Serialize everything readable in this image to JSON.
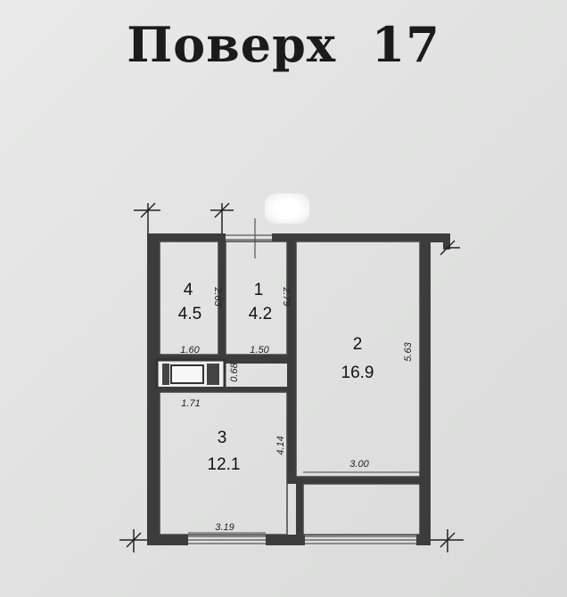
{
  "title": {
    "word": "Поверх",
    "number": "17"
  },
  "rooms": [
    {
      "id": "4",
      "area": "4.5"
    },
    {
      "id": "1",
      "area": "4.2"
    },
    {
      "id": "2",
      "area": "16.9"
    },
    {
      "id": "3",
      "area": "12.1"
    }
  ],
  "dimensions": {
    "room4_height": "2.63",
    "room1_height": "2.79",
    "room4_width": "1.60",
    "room1_width": "1.50",
    "corridor_gap": "0.68",
    "room3_top_width": "1.71",
    "room3_height": "4.14",
    "room2_height": "5.63",
    "room2_width": "3.00",
    "bottom_width": "3.19"
  },
  "colors": {
    "wall": "#3b3c3b",
    "line": "#555555",
    "background": "#e2e3e2"
  }
}
